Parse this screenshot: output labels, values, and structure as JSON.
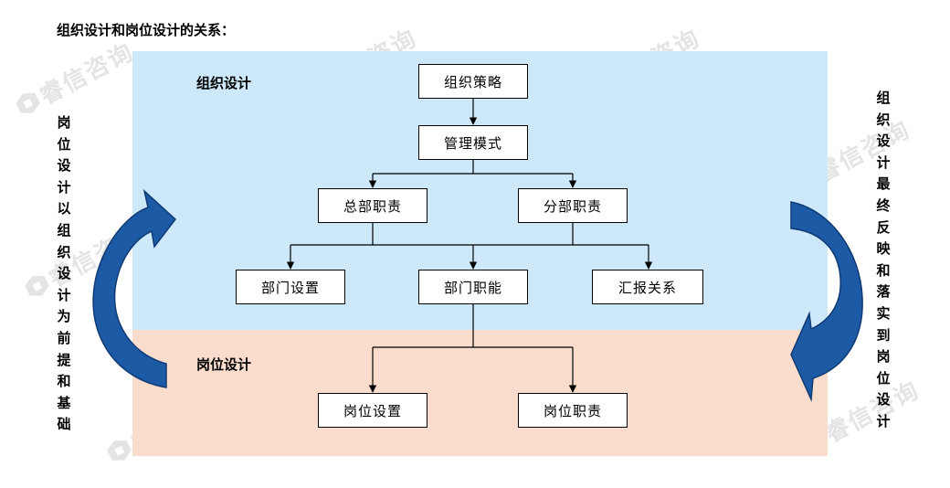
{
  "heading": "组织设计和岗位设计的关系：",
  "zones": {
    "org_design": "组织设计",
    "post_design": "岗位设计"
  },
  "nodes": {
    "org_strategy": "组织策略",
    "mgmt_mode": "管理模式",
    "hq_duties": "总部职责",
    "branch_duties": "分部职责",
    "dept_setup": "部门设置",
    "dept_functions": "部门职能",
    "reporting": "汇报关系",
    "post_setup": "岗位设置",
    "post_duties": "岗位职责"
  },
  "side_notes": {
    "left": "岗位设计以组织设计为前提和基础",
    "right": "组织设计最终反映和落实到岗位设计"
  },
  "watermark": "睿信咨询",
  "colors": {
    "org_zone": "#cce8f9",
    "post_zone": "#fadccc",
    "arrow_blue": "#1c5aa6"
  }
}
